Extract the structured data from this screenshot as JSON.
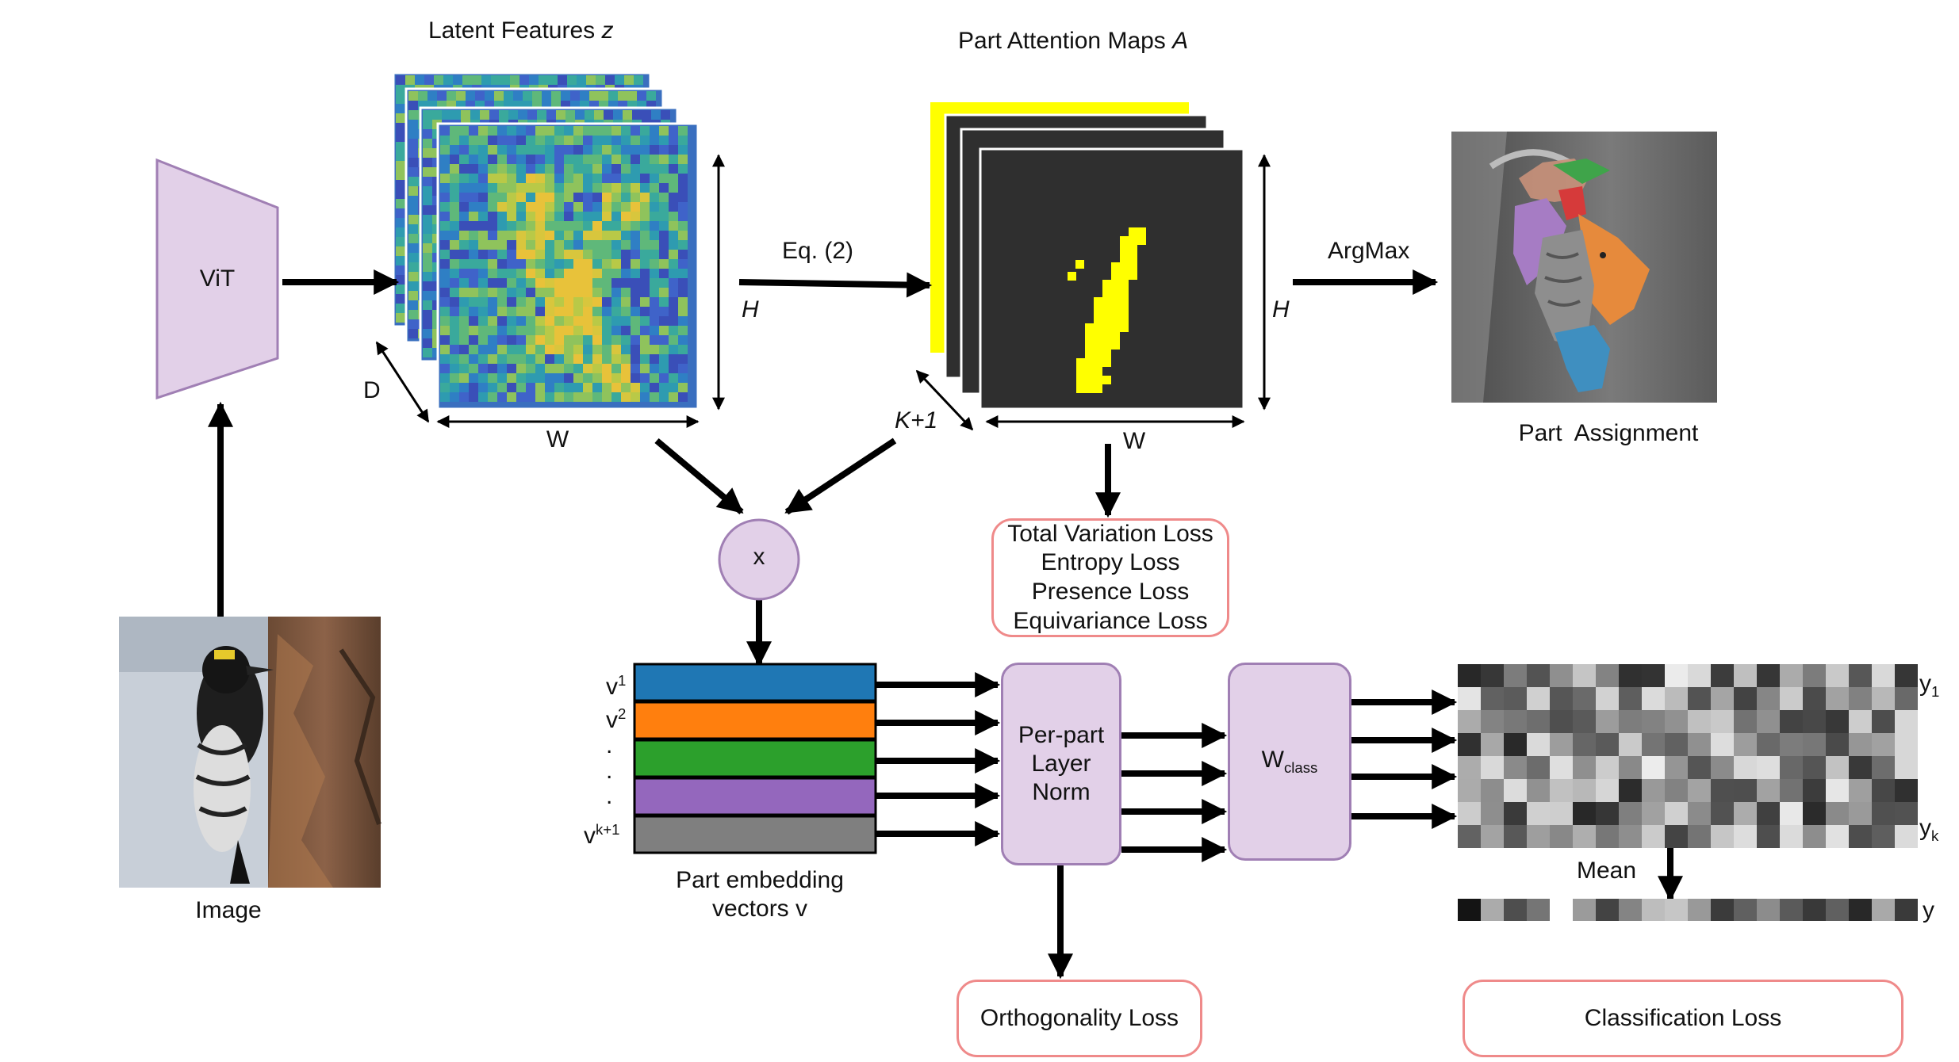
{
  "vit": {
    "label": "ViT"
  },
  "image": {
    "caption": "Image"
  },
  "latent": {
    "title": "Latent Features",
    "title_var": "z",
    "height_label": "H",
    "width_label": "W",
    "depth_label": "D"
  },
  "eq_label": "Eq. (2)",
  "attention": {
    "title": "Part Attention Maps",
    "title_var": "A",
    "height_label": "H",
    "width_label": "W",
    "depth_label": "K+1"
  },
  "argmax_label": "ArgMax",
  "part_assignment": {
    "caption": "Part  Assignment"
  },
  "multiply": {
    "label": "x"
  },
  "attention_losses": [
    "Total Variation Loss",
    "Entropy Loss",
    "Presence Loss",
    "Equivariance Loss"
  ],
  "embeddings": {
    "labels": {
      "first": "v",
      "first_sup": "1",
      "second": "v",
      "second_sup": "2",
      "dots": ".",
      "last": "v",
      "last_sup": "k+1"
    },
    "caption_line1": "Part embedding",
    "caption_line2": "vectors v",
    "colors": [
      "#1f77b4",
      "#ff7f0e",
      "#2ca02c",
      "#9467bd",
      "#7f7f7f"
    ]
  },
  "layernorm": {
    "line1": "Per-part",
    "line2": "Layer",
    "line3": "Norm"
  },
  "wclass": {
    "main": "W",
    "sub": "class"
  },
  "orthogonality_loss": "Orthogonality Loss",
  "classification_loss": "Classification Loss",
  "logits": {
    "first_label": "y",
    "first_sub": "1",
    "last_label": "y",
    "last_sub": "k",
    "mean_label": "Mean",
    "mean_out_label": "y"
  },
  "colors": {
    "vit_fill": "#e2d0e8",
    "vit_stroke": "#a07fb4",
    "loss_border": "#ef8a8a",
    "attention_fg": "#ffff00",
    "attention_bg": "#2f2f2f"
  }
}
